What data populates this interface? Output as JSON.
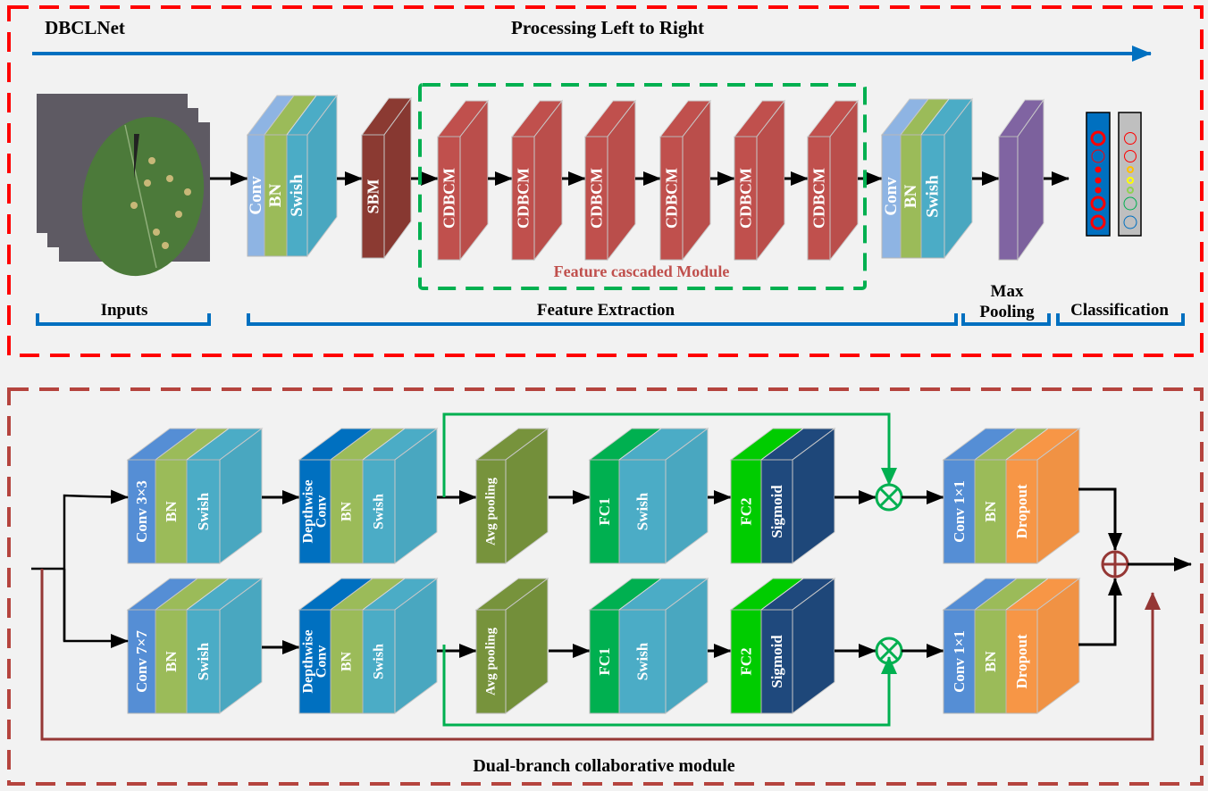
{
  "top": {
    "title": "DBCLNet",
    "flow_label": "Processing Left to Right",
    "module_label": "Feature cascaded Module",
    "stem_block": [
      "Conv",
      "BN",
      "Swish"
    ],
    "sbm_block": "SBM",
    "cdbcm_blocks": [
      "CDBCM",
      "CDBCM",
      "CDBCM",
      "CDBCM",
      "CDBCM",
      "CDBCM"
    ],
    "head_block": [
      "Conv",
      "BN",
      "Swish"
    ],
    "sections": {
      "inputs": "Inputs",
      "feature_extraction": "Feature Extraction",
      "max_pooling": [
        "Max",
        "Pooling"
      ],
      "classification": "Classification"
    }
  },
  "bottom": {
    "title": "Dual-branch collaborative module",
    "branches": [
      {
        "conv": "Conv 3×3",
        "bn": "BN",
        "swish": "Swish",
        "dw": [
          "Depthwise",
          "Conv"
        ],
        "dw_bn": "BN",
        "dw_swish": "Swish",
        "pool": "Avg pooling",
        "fc1": "FC1",
        "fc1_act": "Swish",
        "fc2": "FC2",
        "fc2_act": "Sigmoid",
        "proj": "Conv 1×1",
        "proj_bn": "BN",
        "dropout": "Dropout"
      },
      {
        "conv": "Conv 7×7",
        "bn": "BN",
        "swish": "Swish",
        "dw": [
          "Depthwise",
          "Conv"
        ],
        "dw_bn": "BN",
        "dw_swish": "Swish",
        "pool": "Avg pooling",
        "fc1": "FC1",
        "fc1_act": "Swish",
        "fc2": "FC2",
        "fc2_act": "Sigmoid",
        "proj": "Conv 1×1",
        "proj_bn": "BN",
        "dropout": "Dropout"
      }
    ]
  },
  "colors": {
    "conv_light": "#8eb4e3",
    "bn": "#9bbb59",
    "swish": "#4bacc6",
    "sbm": "#8b3a32",
    "cdbcm": "#c0504d",
    "maxpool": "#8064a2",
    "conv_k": "#558ed5",
    "depthwise": "#0070c0",
    "avgpool": "#77933c",
    "fc1": "#00b050",
    "fc2": "#00cc00",
    "sigmoid": "#1f497d",
    "dropout": "#f79646",
    "top_frame": "#ff0000",
    "bottom_frame": "#b5443e",
    "module_frame": "#00b050",
    "flow_arrow": "#0070c0",
    "residual": "#953735"
  }
}
